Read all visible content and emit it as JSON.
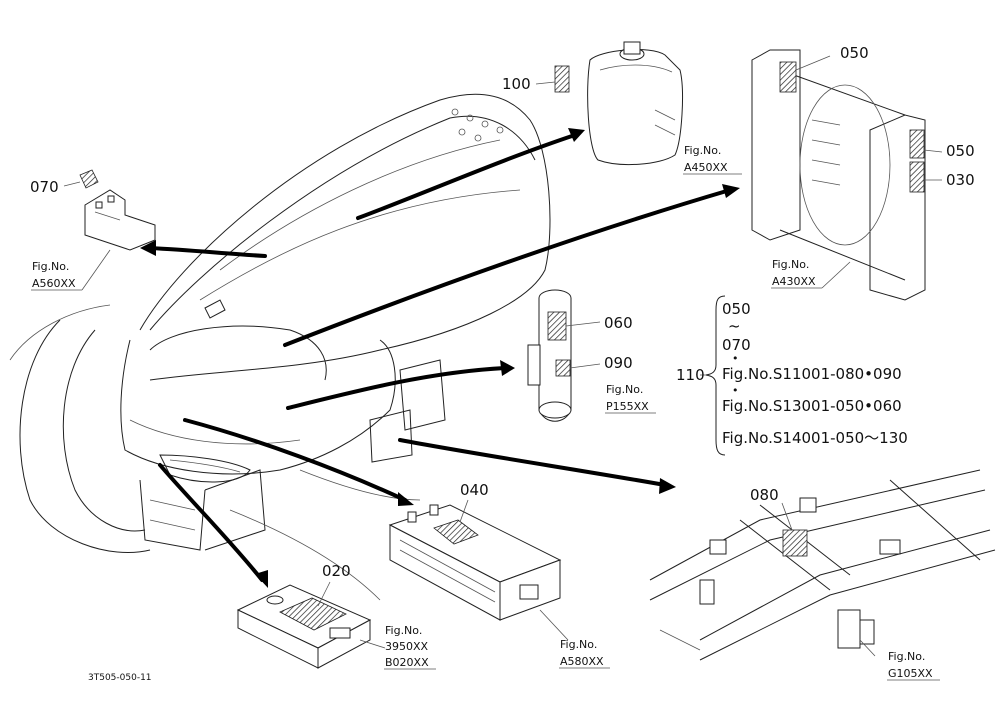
{
  "callouts": {
    "c100": "100",
    "c050a": "050",
    "c050b": "050",
    "c030": "030",
    "c070": "070",
    "c060": "060",
    "c090": "090",
    "c040": "040",
    "c020": "020",
    "c080": "080",
    "c110": "110"
  },
  "figs": {
    "fig_label": "Fig.No.",
    "a450": "A450XX",
    "a430": "A430XX",
    "a560": "A560XX",
    "p155": "P155XX",
    "a580": "A580XX",
    "f3950": "3950XX",
    "b020": "B020XX",
    "g105": "G105XX"
  },
  "reference_list": {
    "line1": "050",
    "tilde": "~",
    "line2": "070",
    "dot": "•",
    "line3": "Fig.No.S11001-080•090",
    "line4": "Fig.No.S13001-050•060",
    "line5": "Fig.No.S14001-050～130"
  },
  "drawing_code": "3T505-050-11"
}
